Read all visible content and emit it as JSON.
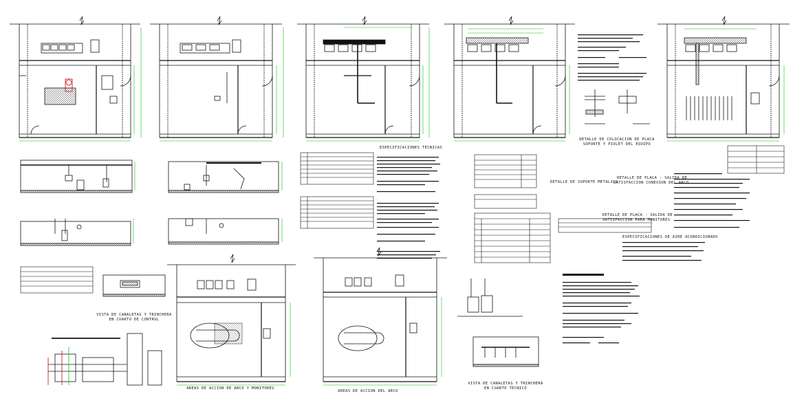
{
  "labels": {
    "detalle_colocacion": "DETALLE DE COLOCACION DE PLACA",
    "soporte_piolet": "SOPORTE Y PIOLET DEL EQUIPO",
    "detalle_soporte_metalico": "DETALLE DE SOPORTE METALICO",
    "detalle_placa_arco_1": "DETALLE DE PLACA - SALIDA DE",
    "detalle_placa_arco_2": "SATISFACCION CONEXION DEL ARCO",
    "detalle_placa_mon_1": "DETALLE DE PLACA - SALIDA DE",
    "detalle_placa_mon_2": "SATISFACCION PARA MONITORES",
    "especificaciones_tecnicas": "ESPECIFICACIONES TECNICAS",
    "especificaciones_aire": "ESPECIFICACIONES DE AIRE ACONDICIONADO",
    "vista_canaletas_control_1": "VISTA DE CANALETAS Y TRINCHERA",
    "vista_canaletas_control_2": "EN CUARTO DE CONTROL",
    "areas_arco_monitores": "AREAS DE ACCION DE ARCO Y MONITORES",
    "areas_arco": "AREAS DE ACCION DEL ARCO",
    "vista_canaletas_tecnico_1": "VISTA DE CANALETAS Y TRINCHERA",
    "vista_canaletas_tecnico_2": "EN CUARTO TECNICO"
  },
  "colors": {
    "line": "#111111",
    "dimension": "#00cc00",
    "accent_red": "#cc0000"
  }
}
